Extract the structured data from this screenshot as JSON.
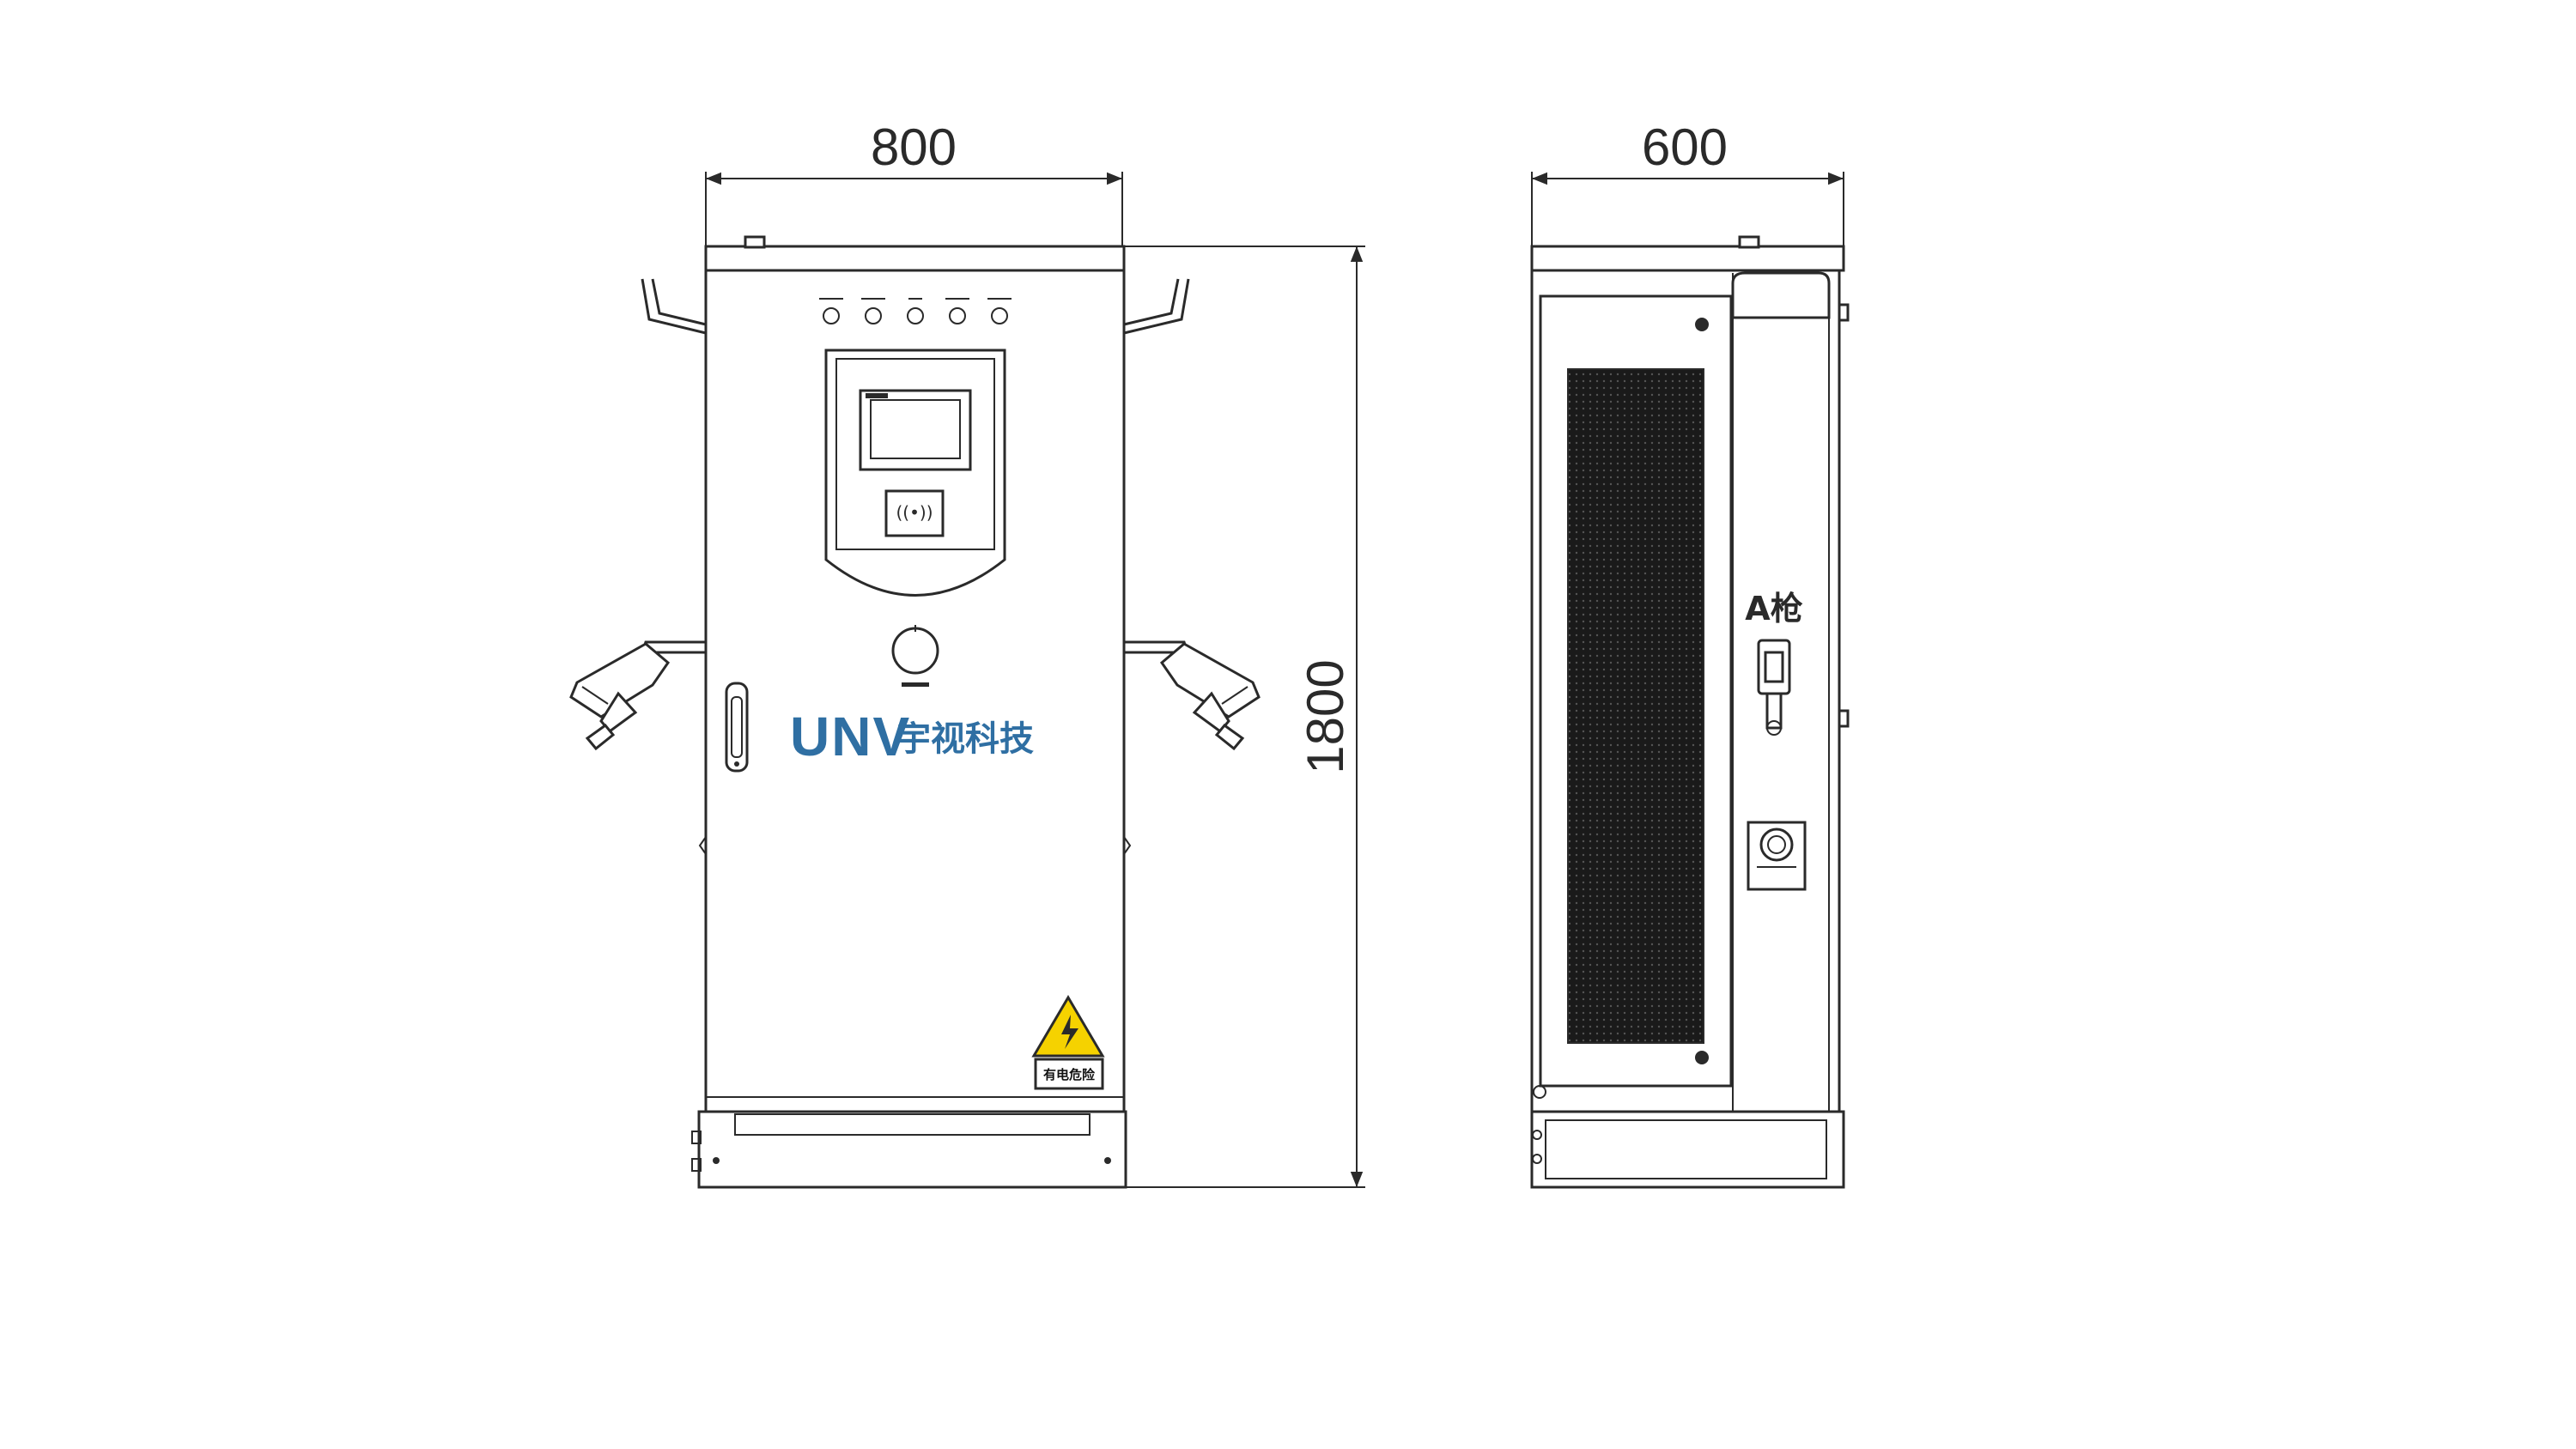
{
  "dimensions": {
    "front_width": "800",
    "side_depth": "600",
    "height": "1800"
  },
  "front_view": {
    "brand_logo": "UNV",
    "brand_name": "宇视科技",
    "warning_label": "有电危险"
  },
  "side_view": {
    "gun_label": "A枪"
  },
  "colors": {
    "line": "#2a2a2a",
    "brand": "#2f6fa3",
    "warning_fill": "#f5d200",
    "vent": "#1a1a1a"
  }
}
